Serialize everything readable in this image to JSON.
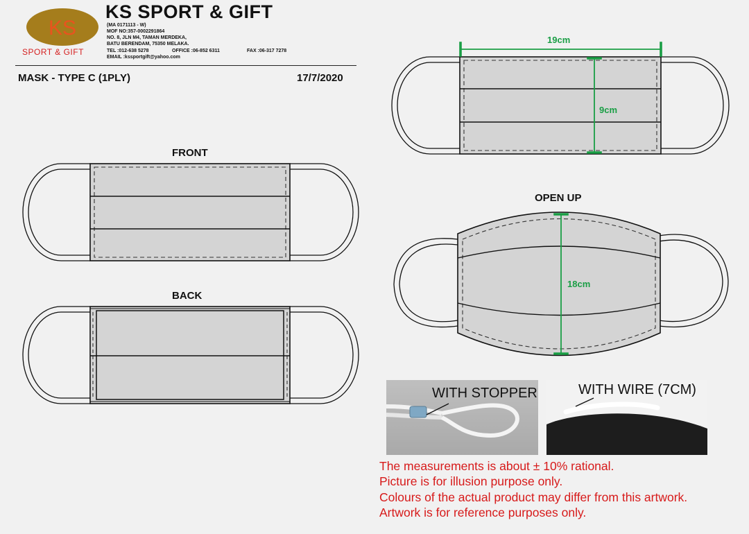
{
  "header": {
    "company_name": "KS SPORT & GIFT",
    "logo_text": "KS",
    "logo_subtitle": "SPORT & GIFT",
    "registration": "(MA 0171113 - W)",
    "mof_no": "MOF NO:357-0002291864",
    "address_line1": "NO. 8, JLN M4, TAMAN MERDEKA,",
    "address_line2": "BATU BERENDAM, 75350 MELAKA.",
    "tel": "TEL :012-638 5278",
    "office": "OFFICE :06-852 6311",
    "fax": "FAX :06-317 7278",
    "email": "EMAIL :kssportgift@yahoo.com"
  },
  "document": {
    "title": "MASK - TYPE C (1PLY)",
    "date": "17/7/2020"
  },
  "views": {
    "front_label": "FRONT",
    "back_label": "BACK",
    "open_up_label": "OPEN UP"
  },
  "dimensions": {
    "width": "19cm",
    "height": "9cm",
    "open_height": "18cm"
  },
  "photos": {
    "stopper_label": "WITH STOPPER",
    "wire_label": "WITH WIRE (7CM)"
  },
  "disclaimer": [
    "The measurements is about ± 10% rational.",
    "Picture is for illusion purpose only.",
    "Colours of the actual product may differ from this artwork.",
    "Artwork is for reference purposes only."
  ],
  "colors": {
    "mask_fill": "#d4d4d4",
    "dimension_green": "#1a9e45",
    "disclaimer_red": "#d71a1a",
    "logo_gold": "#a57d1c",
    "logo_red": "#d52020"
  }
}
